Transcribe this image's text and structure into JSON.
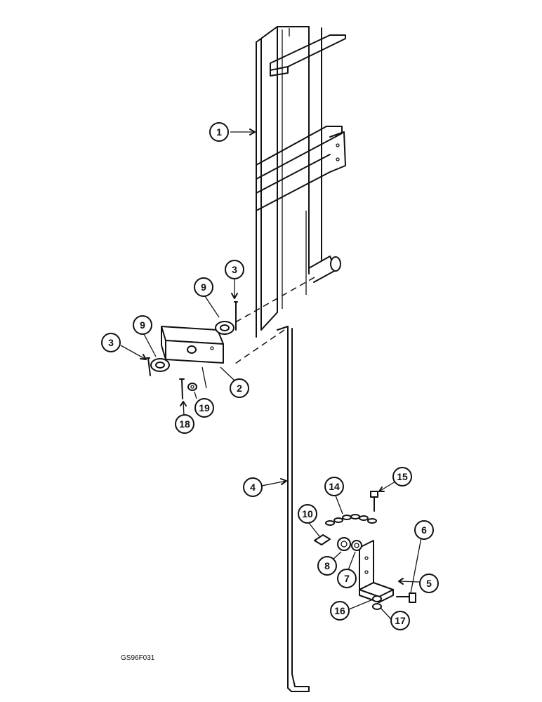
{
  "figure_code": "GS96F031",
  "callouts": {
    "c1": "1",
    "c2": "2",
    "c3a": "3",
    "c3b": "3",
    "c4": "4",
    "c5": "5",
    "c6": "6",
    "c7": "7",
    "c8": "8",
    "c9a": "9",
    "c9b": "9",
    "c10": "10",
    "c14": "14",
    "c15": "15",
    "c16": "16",
    "c17": "17",
    "c18": "18",
    "c19": "19"
  },
  "colors": {
    "line": "#111111",
    "background": "#ffffff"
  }
}
